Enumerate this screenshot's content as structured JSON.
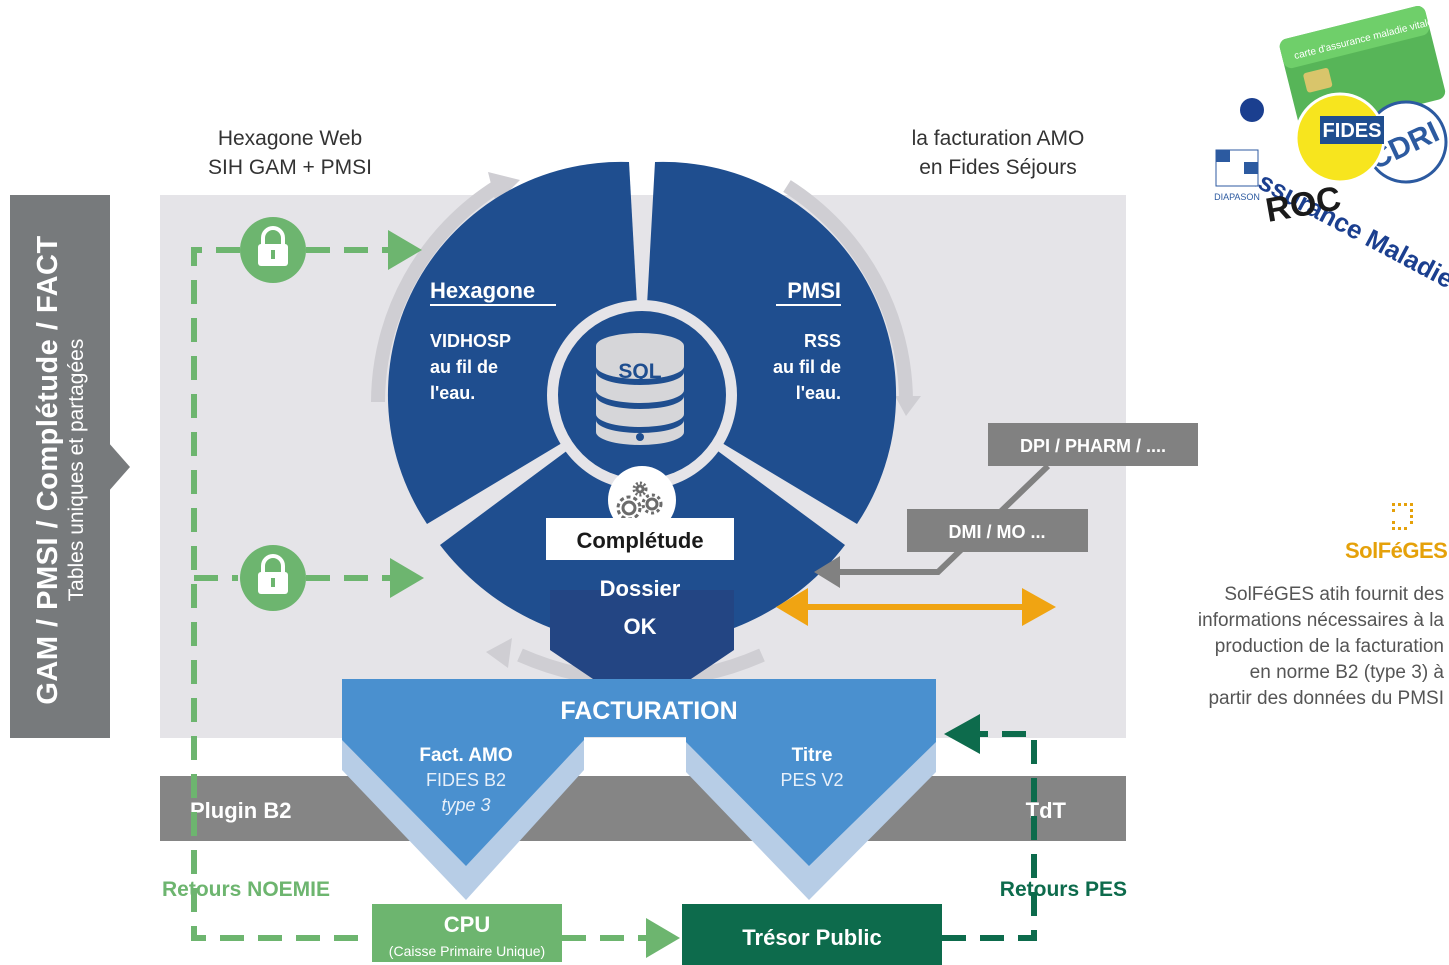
{
  "left_tab": {
    "title": "GAM / PMSI / Complétude / FACT",
    "subtitle": "Tables uniques et partagées"
  },
  "header_left": {
    "line1": "Hexagone Web",
    "line2": "SIH GAM + PMSI"
  },
  "header_right": {
    "line1": "la facturation AMO",
    "line2": "en Fides Séjours"
  },
  "segments": {
    "hexagone": {
      "title": "Hexagone",
      "line1": "VIDHOSP",
      "line2": "au fil de",
      "line3": "l'eau."
    },
    "pmsi": {
      "title": "PMSI",
      "line1": "RSS",
      "line2": "au fil de",
      "line3": "l'eau."
    },
    "center": {
      "label": "SQL"
    },
    "bottom": {
      "label": "Complétude",
      "dossier_line1": "Dossier",
      "dossier_line2": "OK"
    }
  },
  "boxes": {
    "dpi": "DPI / PHARM / ....",
    "dmi": "DMI / MO ..."
  },
  "facturation": {
    "title": "FACTURATION",
    "left": {
      "line1": "Fact. AMO",
      "line2": "FIDES B2",
      "line3": "type 3"
    },
    "right": {
      "line1": "Titre",
      "line2": "PES V2"
    }
  },
  "bands": {
    "plugin": "Plugin B2",
    "tdt": "TdT"
  },
  "returns": {
    "noemie": "Retours NOEMIE",
    "pes": "Retours PES"
  },
  "cpu": {
    "title": "CPU",
    "subtitle": "(Caisse Primaire Unique)"
  },
  "tresor": "Trésor Public",
  "solfeges": {
    "logo": "SolFéGES",
    "note_lines": [
      "SolFéGES atih fournit des",
      "informations nécessaires à la",
      "production de la facturation",
      "en norme B2 (type 3) à",
      "partir des données du PMSI"
    ]
  },
  "logos": {
    "vitale": "carte d'assurance maladie vitale",
    "fides": "FIDES",
    "ameli": "l'Assurance Maladie",
    "roc": "ROC",
    "diapason": "DIAPASON",
    "cdri": "CDRI"
  },
  "colors": {
    "navy": "#1f4e8f",
    "navy_dark": "#234583",
    "light_blue": "#4a90cf",
    "pale_blue": "#b7cde6",
    "green_light": "#6db56f",
    "green_dark": "#0d6b4c",
    "gray_tab": "#777a7c",
    "gray_band": "#858585",
    "panel": "#e5e4e8",
    "orange": "#f0a412"
  }
}
